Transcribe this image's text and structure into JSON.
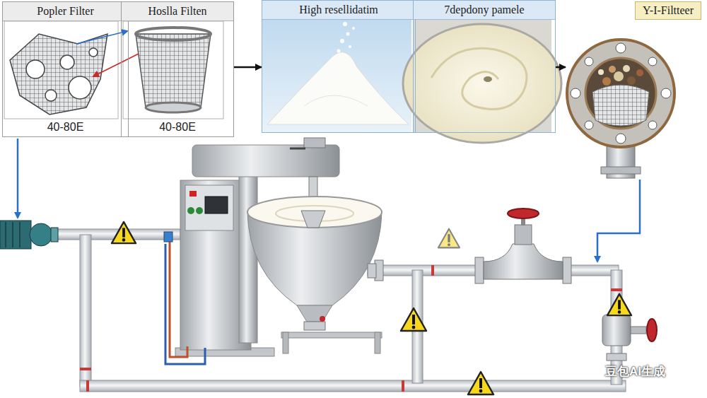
{
  "diagram": {
    "nodes": [
      {
        "text": [
          "Popler Filter",
          "40-80E"
        ]
      },
      {
        "text": [
          "Hoslla Filten",
          "40-80E"
        ]
      },
      {
        "text": [
          "High resellidatim"
        ]
      },
      {
        "text": [
          "7depdony pamele"
        ]
      },
      {
        "text": [
          "Y-I-Filtteer"
        ]
      }
    ],
    "edges": [
      {
        "from": 1,
        "to": 2,
        "arrow": "to"
      },
      {
        "from": 3,
        "to": 4,
        "arrow": "to"
      }
    ],
    "labels": [
      "豆包AI生成"
    ]
  }
}
